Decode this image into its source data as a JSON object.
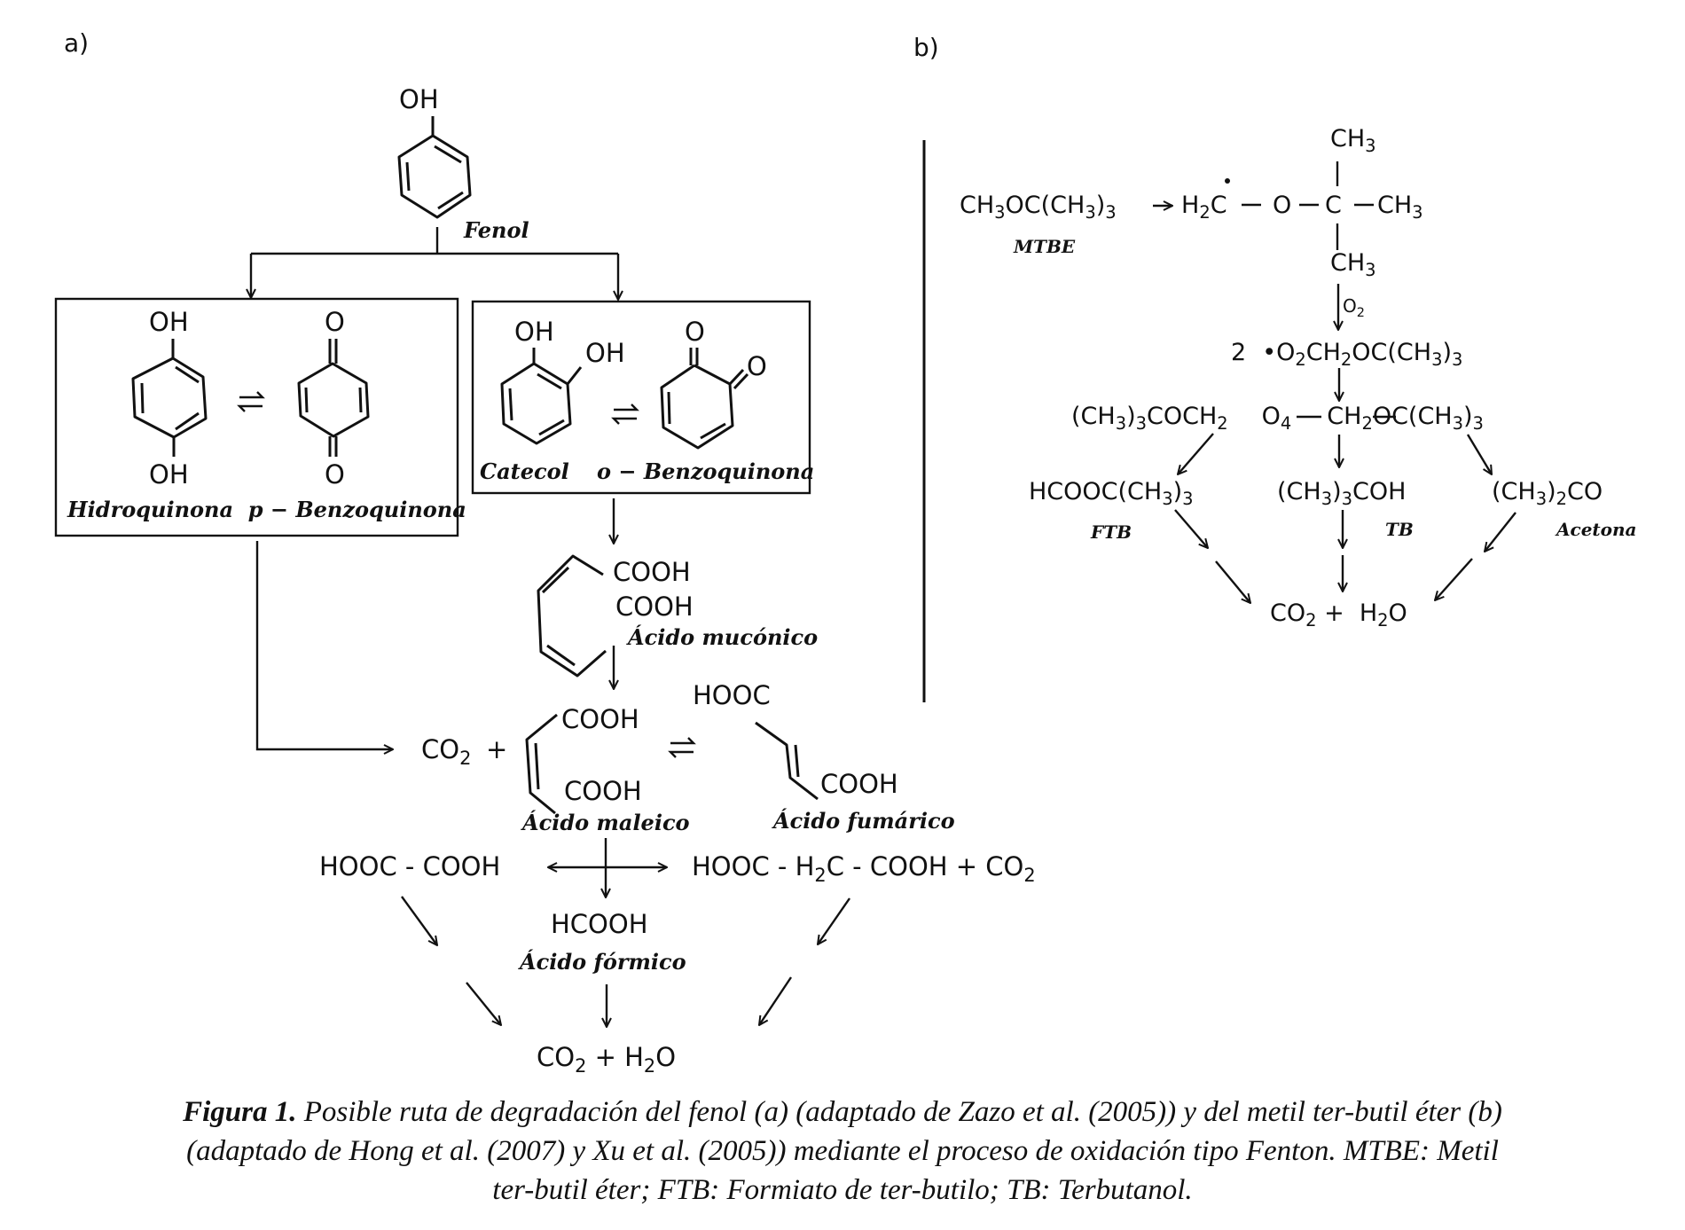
{
  "panels": {
    "a": {
      "label": "a)",
      "phenol": {
        "oh": "OH",
        "name": "Fenol"
      },
      "box_left": {
        "hydroquinone_top": "OH",
        "hydroquinone_bottom": "OH",
        "pbq_top": "O",
        "pbq_bottom": "O",
        "names": "Hidroquinona  p − Benzoquinona"
      },
      "box_right": {
        "catechol_oh1": "OH",
        "catechol_oh2": "OH",
        "obq_o1": "O",
        "obq_o2": "O",
        "name_catechol": "Catecol",
        "name_obq": "o − Benzoquinona"
      },
      "muconic": {
        "cooh1": "COOH",
        "cooh2": "COOH",
        "name": "Ácido mucónico"
      },
      "maleic_row": {
        "co2": "CO",
        "co2_sub": "2",
        "plus": "+",
        "maleic_cooh_top": "COOH",
        "maleic_cooh_bottom": "COOH",
        "maleic_name": "Ácido maleico",
        "fumaric_hooc": "HOOC",
        "fumaric_cooh": "COOH",
        "fumaric_name": "Ácido fumárico"
      },
      "oxalic": "HOOC - COOH",
      "malonic": {
        "a": "HOOC - H",
        "sub": "2",
        "b": "C - COOH + CO",
        "sub2": "2"
      },
      "formic": {
        "formula": "HCOOH",
        "name": "Ácido fórmico"
      },
      "final": {
        "co": "CO",
        "sub1": "2",
        "mid": " + H",
        "sub2": "2",
        "end": "O"
      }
    },
    "b": {
      "label": "b)",
      "mtbe_formula": {
        "a": "CH",
        "s1": "3",
        "b": "OC(CH",
        "s2": "3",
        "c": ")",
        "s3": "3"
      },
      "mtbe_name": "MTBE",
      "radical": {
        "h2c_a": "H",
        "h2c_s": "2",
        "h2c_b": "C",
        "dot": "•",
        "o": "O",
        "c": "C",
        "ch3_right": "CH",
        "ch3_top": "CH",
        "ch3_bottom": "CH",
        "sub3": "3"
      },
      "o2_reagent": {
        "a": "O",
        "s": "2"
      },
      "peroxyl": {
        "coef": "2",
        "a": "•O",
        "s1": "2",
        "b": "CH",
        "s2": "2",
        "c": "OC(CH",
        "s3": "3",
        "d": ")",
        "s4": "3"
      },
      "tetroxide": {
        "left": "(CH",
        "ls1": "3",
        "left2": ")",
        "ls2": "3",
        "left3": "COCH",
        "ls3": "2",
        "mid": "O",
        "ms": "4",
        "right": "CH",
        "rs1": "2",
        "right2": "OC(CH",
        "rs2": "3",
        "right3": ")",
        "rs3": "3"
      },
      "products": {
        "ftb_formula": {
          "a": "HCOOC(CH",
          "s1": "3",
          "b": ")",
          "s2": "3"
        },
        "ftb_name": "FTB",
        "tb_formula": {
          "a": "(CH",
          "s1": "3",
          "b": ")",
          "s2": "3",
          "c": "COH"
        },
        "tb_name": "TB",
        "acetone_formula": {
          "a": "(CH",
          "s1": "3",
          "b": ")",
          "s2": "2",
          "c": "CO"
        },
        "acetone_name": "Acetona"
      },
      "final": {
        "co": "CO",
        "sub1": "2",
        "mid": " +  H",
        "sub2": "2",
        "end": "O"
      }
    }
  },
  "caption": {
    "bold": "Figura 1.",
    "line1": " Posible ruta de degradación del fenol (a) (adaptado de Zazo et al. (2005)) y del metil ter-butil éter (b)",
    "line2": "(adaptado de Hong et al. (2007) y Xu et al. (2005)) mediante el proceso de oxidación tipo Fenton. MTBE: Metil",
    "line3": "ter-butil éter; FTB: Formiato de ter-butilo; TB: Terbutanol."
  }
}
